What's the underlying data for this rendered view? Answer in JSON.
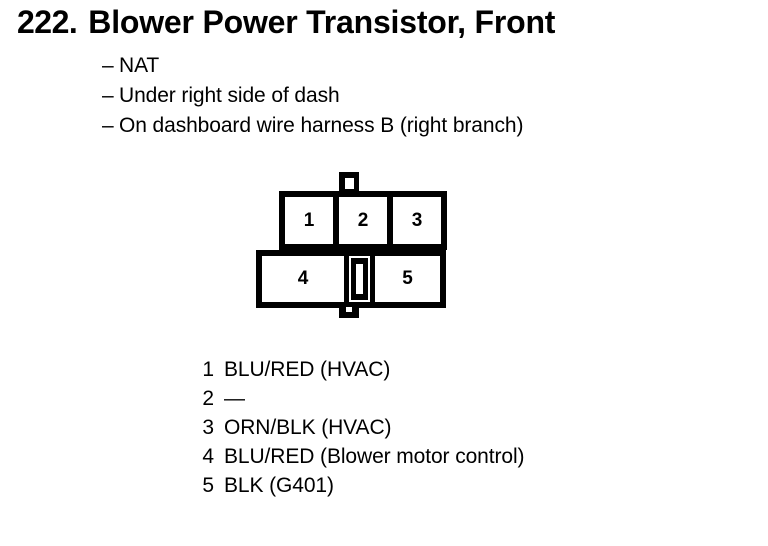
{
  "header": {
    "number": "222.",
    "title": "Blower Power Transistor, Front"
  },
  "description": {
    "dash": "–",
    "lines": [
      "NAT",
      "Under right side of dash",
      "On dashboard wire harness B (right branch)"
    ]
  },
  "connector": {
    "top_row": [
      {
        "pin": "1"
      },
      {
        "pin": "2"
      },
      {
        "pin": "3"
      }
    ],
    "bottom_row": [
      {
        "pin": "4"
      },
      {
        "pin": "5"
      }
    ]
  },
  "legend": {
    "rows": [
      {
        "num": "1",
        "desc": "BLU/RED (HVAC)"
      },
      {
        "num": "2",
        "desc": "—"
      },
      {
        "num": "3",
        "desc": "ORN/BLK (HVAC)"
      },
      {
        "num": "4",
        "desc": "BLU/RED (Blower motor control)"
      },
      {
        "num": "5",
        "desc": "BLK (G401)"
      }
    ]
  },
  "colors": {
    "background": "#ffffff",
    "ink": "#000000"
  }
}
